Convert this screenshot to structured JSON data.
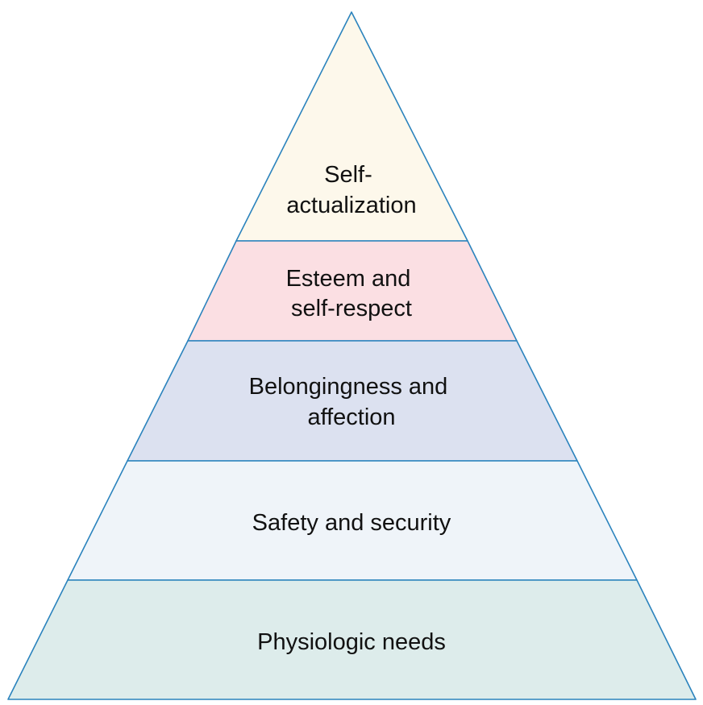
{
  "diagram": {
    "stroke_color": "#2b83bd",
    "tiers": [
      {
        "lines": [
          "Self-",
          "actualization"
        ],
        "fill": "#fdf8eb"
      },
      {
        "lines": [
          "Esteem and",
          "self-respect"
        ],
        "fill": "#fbdfe3"
      },
      {
        "lines": [
          "Belongingness and",
          "affection"
        ],
        "fill": "#dce1f0"
      },
      {
        "lines": [
          "Safety and security"
        ],
        "fill": "#eff4f9"
      },
      {
        "lines": [
          "Physiologic needs"
        ],
        "fill": "#ddeceb"
      }
    ]
  }
}
